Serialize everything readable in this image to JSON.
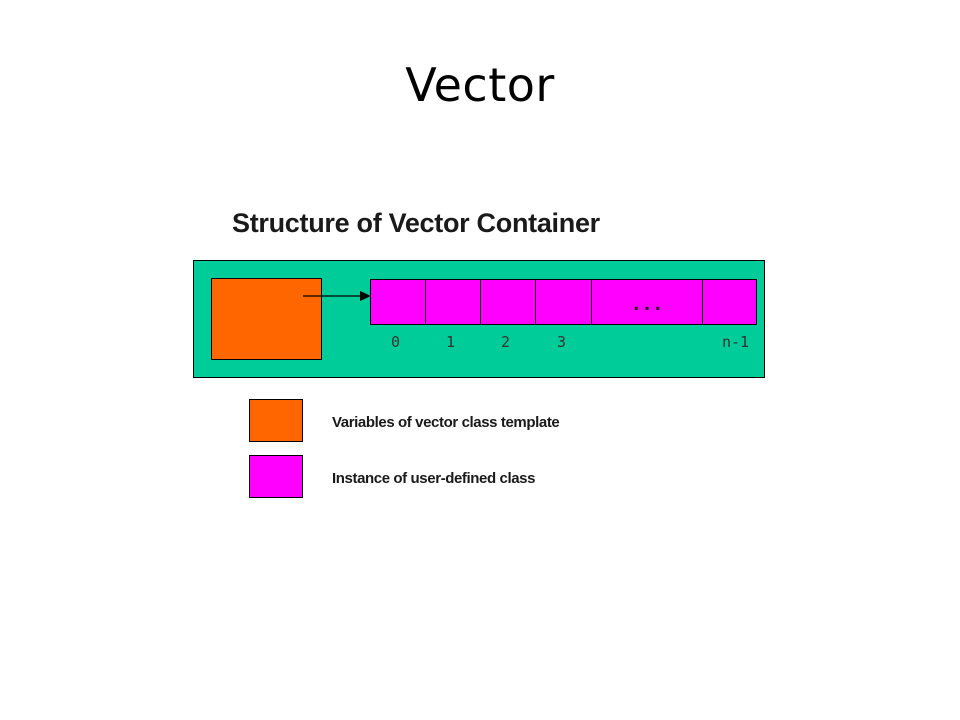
{
  "slide": {
    "title": "Vector"
  },
  "diagram": {
    "title": "Structure of Vector Container",
    "colors": {
      "panel": "#00CC99",
      "variables": "#FF6600",
      "instance": "#FF00FF",
      "outline": "#000000"
    },
    "cells": [
      {
        "label": ""
      },
      {
        "label": ""
      },
      {
        "label": ""
      },
      {
        "label": ""
      },
      {
        "label": "..."
      },
      {
        "label": ""
      }
    ],
    "indices": [
      "0",
      "1",
      "2",
      "3",
      "n-1"
    ],
    "legend": [
      {
        "label": "Variables of vector class template"
      },
      {
        "label": "Instance of user-defined class"
      }
    ]
  }
}
